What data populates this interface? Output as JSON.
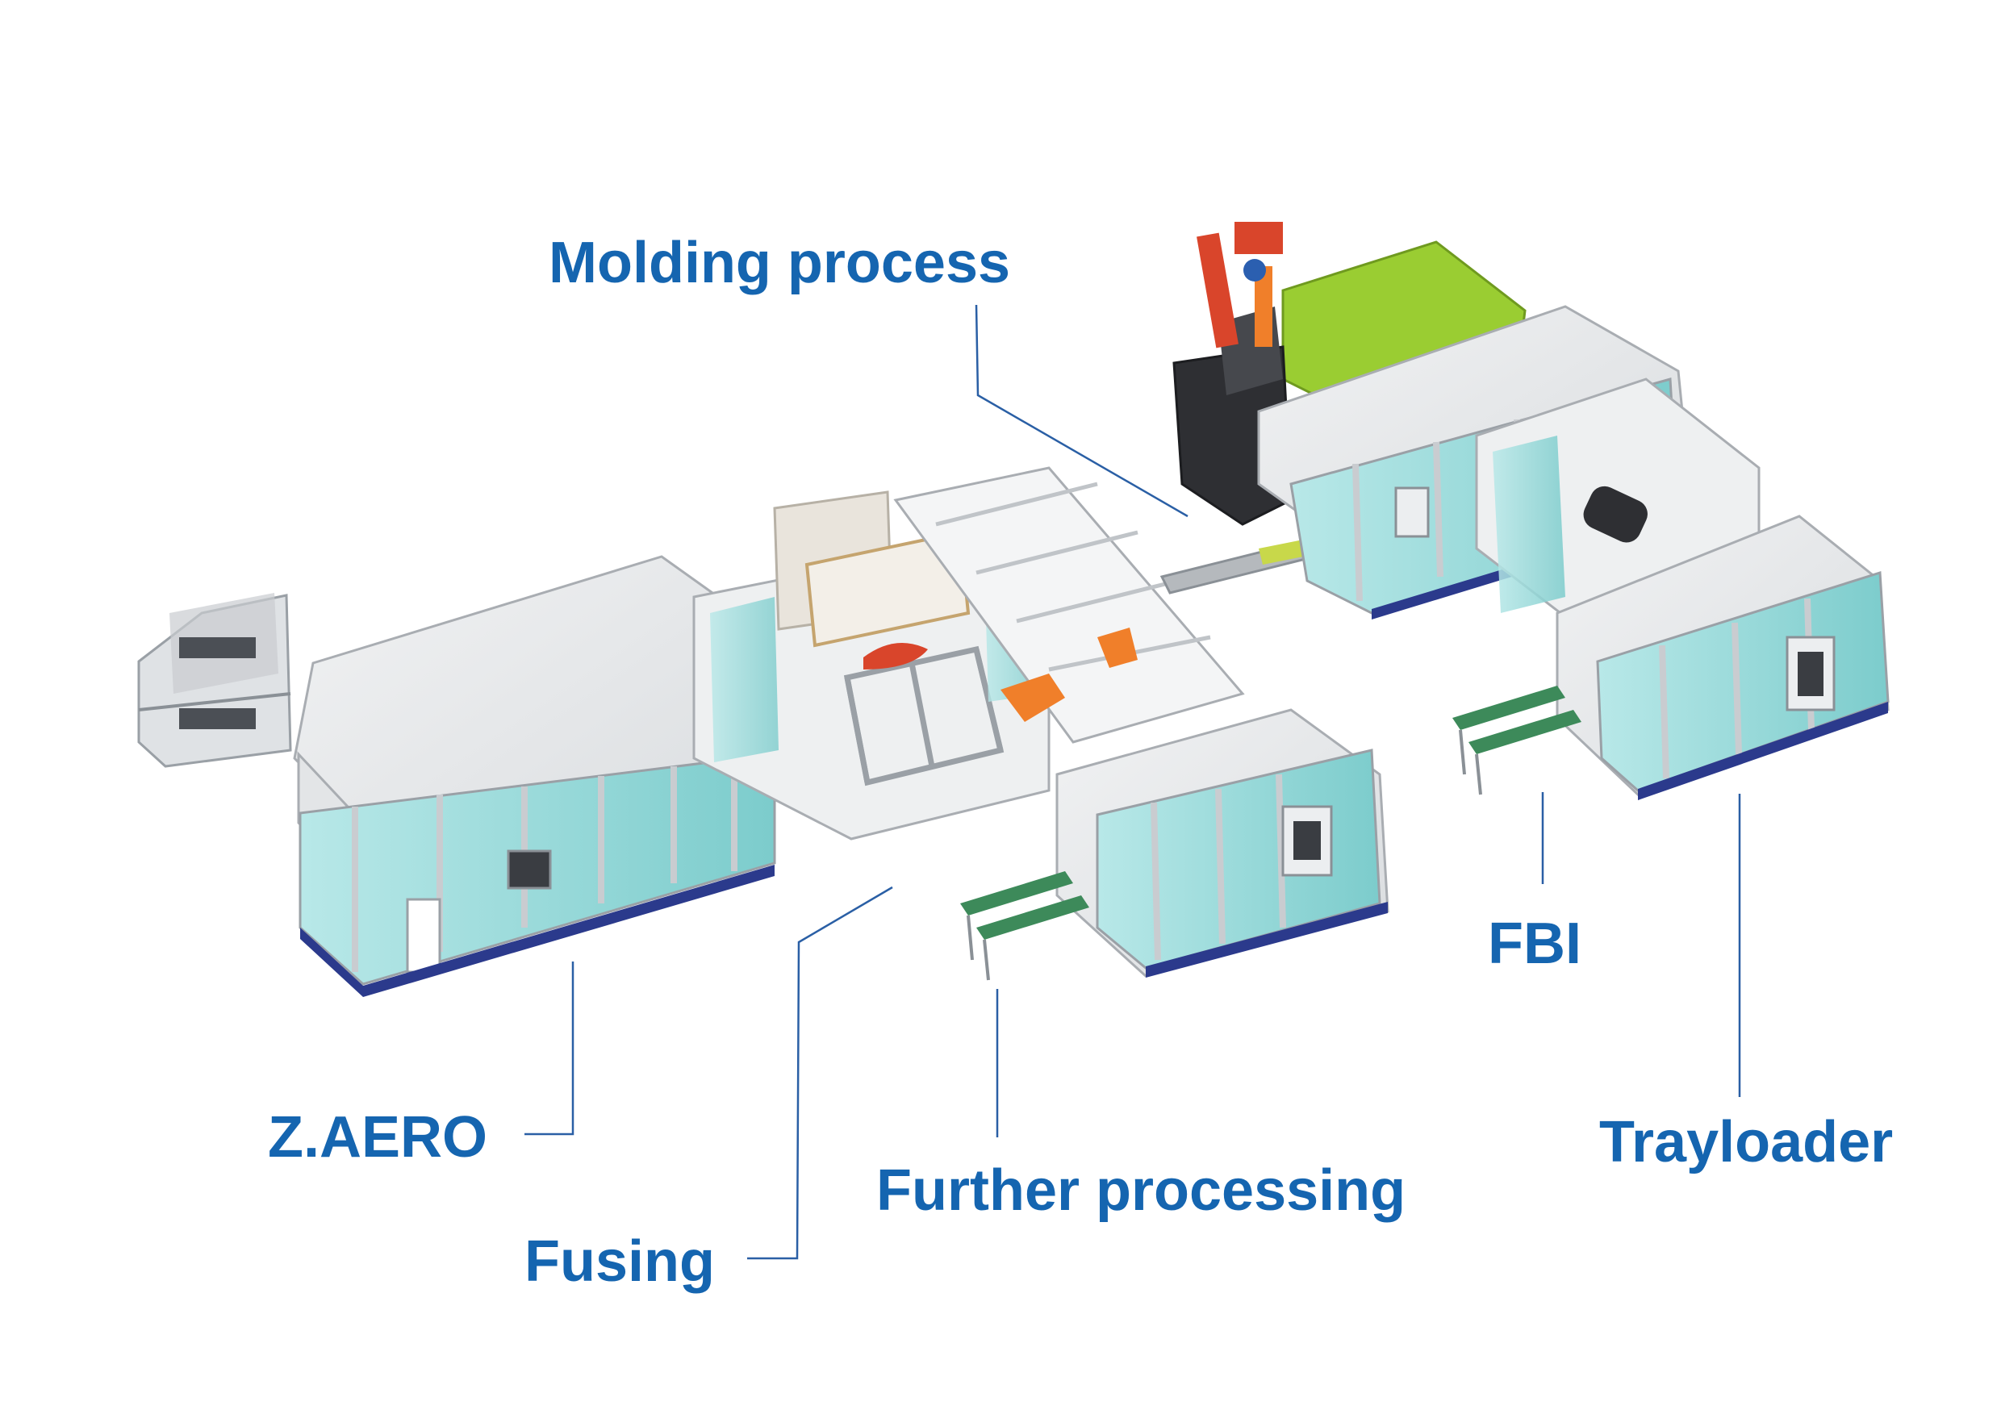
{
  "labels": {
    "molding": "Molding process",
    "zaero": "Z.AERO",
    "fusing": "Fusing",
    "further": "Further processing",
    "fbi": "FBI",
    "trayloader": "Trayloader"
  },
  "colors": {
    "label": "#1565b0",
    "leader_line": "#2a5fa5",
    "frame": "#c9ccd0",
    "glass": "#8fd6d6",
    "roof": "#e6e8ea",
    "base": "#2b3a8c",
    "robot_red": "#d9452b",
    "robot_orange": "#f07f2a",
    "cabinet_dark": "#2e2f33",
    "enclosure_green": "#9acd32",
    "conveyor": "#3d8a5a"
  },
  "icons": {
    "molding_machine": "injection-molding-machine-icon",
    "robot": "industrial-robot-icon",
    "conveyor": "conveyor-belt-icon"
  }
}
